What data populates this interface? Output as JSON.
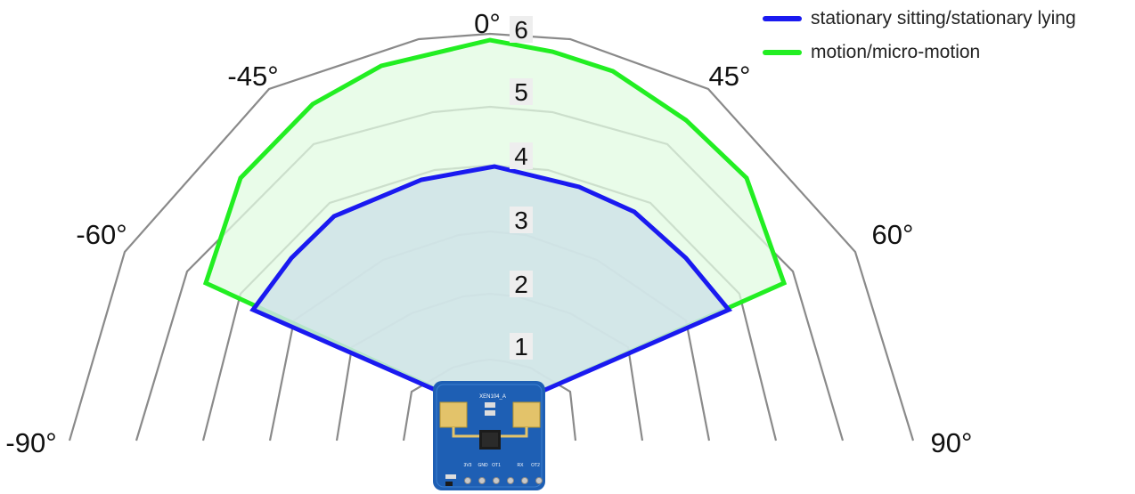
{
  "legend": [
    {
      "label": "stationary sitting/stationary lying",
      "color": "#1a1af0"
    },
    {
      "label": "motion/micro-motion",
      "color": "#22ee22"
    }
  ],
  "angle_labels": [
    "0°",
    "-45°",
    "45°",
    "-60°",
    "60°",
    "-90°",
    "90°"
  ],
  "ring_labels": [
    "1",
    "2",
    "3",
    "4",
    "5",
    "6"
  ],
  "board": {
    "model": "XEN104_A",
    "pins": [
      "3V3",
      "GND",
      "OT1",
      "RX",
      "OT2"
    ]
  },
  "colors": {
    "grid": "#8a8a8a",
    "stationary_line": "#1a1af0",
    "stationary_fill": "#cfe3e8",
    "motion_line": "#22ee22",
    "motion_fill": "#e2fbe2",
    "board": "#1e5fb4"
  }
}
